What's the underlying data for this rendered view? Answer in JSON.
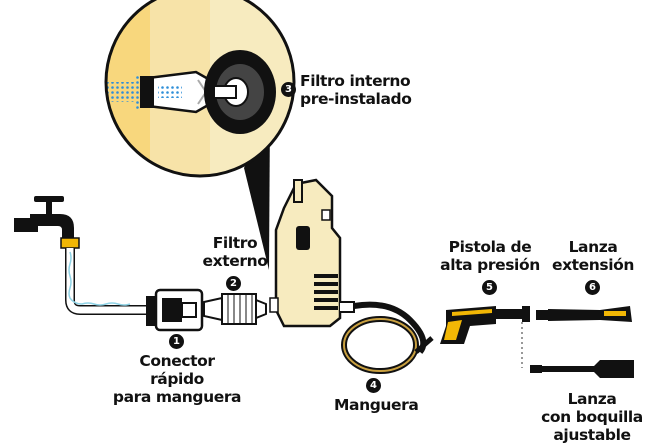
{
  "components": [
    {
      "id": 1,
      "badge": "1",
      "label_lines": [
        "Conector rápido",
        "para manguera"
      ]
    },
    {
      "id": 2,
      "badge": "2",
      "label_lines": [
        "Filtro",
        "externo"
      ]
    },
    {
      "id": 3,
      "badge": "3",
      "label_lines": [
        "Filtro interno",
        "pre-instalado"
      ]
    },
    {
      "id": 4,
      "badge": "4",
      "label_lines": [
        "Manguera"
      ]
    },
    {
      "id": 5,
      "badge": "5",
      "label_lines": [
        "Pistola de",
        "alta presión"
      ]
    },
    {
      "id": 6,
      "badge": "6",
      "label_lines": [
        "Lanza",
        "extensión"
      ]
    },
    {
      "id": 7,
      "badge": "",
      "label_lines": [
        "Lanza",
        "con boquilla",
        "ajustable"
      ]
    }
  ],
  "colors": {
    "machine": "#f7ebbf",
    "outline": "#111111",
    "hose": "#111111",
    "water": "#8fd3e6",
    "brass": "#f2b705",
    "spray": "#2f8fd8"
  },
  "icons": [
    "faucet-icon",
    "pressure-washer-icon",
    "spray-gun-icon"
  ]
}
